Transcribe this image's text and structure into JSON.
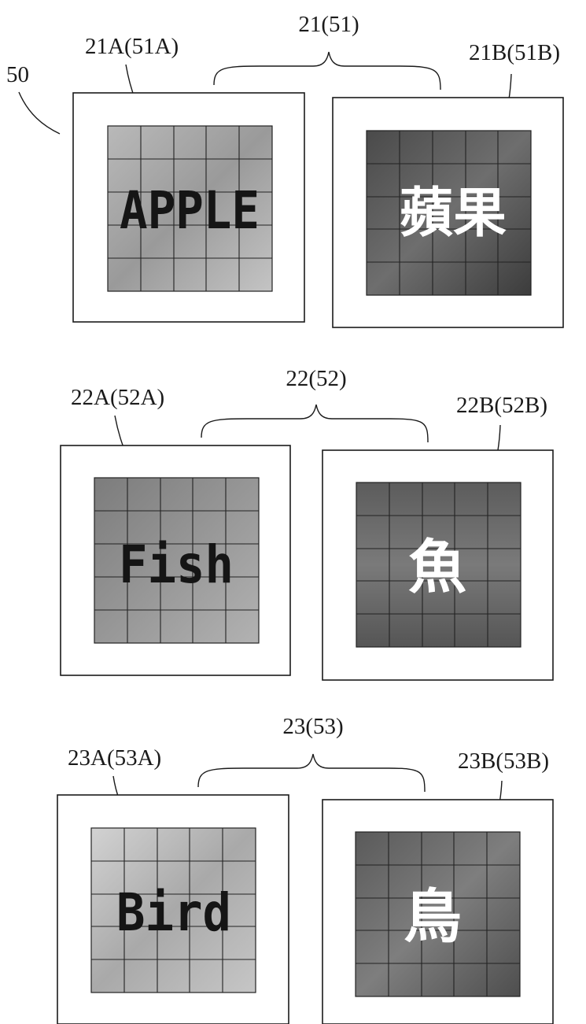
{
  "figure": {
    "ref": "50",
    "groups": [
      {
        "label": "21(51)",
        "left": {
          "label": "21A(51A)",
          "word": "APPLE"
        },
        "right": {
          "label": "21B(51B)",
          "word": "蘋果"
        }
      },
      {
        "label": "22(52)",
        "left": {
          "label": "22A(52A)",
          "word": "Fish"
        },
        "right": {
          "label": "22B(52B)",
          "word": "魚"
        }
      },
      {
        "label": "23(53)",
        "left": {
          "label": "23A(53A)",
          "word": "Bird"
        },
        "right": {
          "label": "23B(53B)",
          "word": "鳥"
        }
      }
    ]
  },
  "colors": {
    "apple_photo": "#a9a9a9",
    "apples_red_photo": "#575757",
    "fish_photo": "#8d8d8d",
    "fish_tank_photo": "#686868",
    "bird_photo": "#bdbdbd",
    "bird_tree_photo": "#6a6a6a"
  }
}
